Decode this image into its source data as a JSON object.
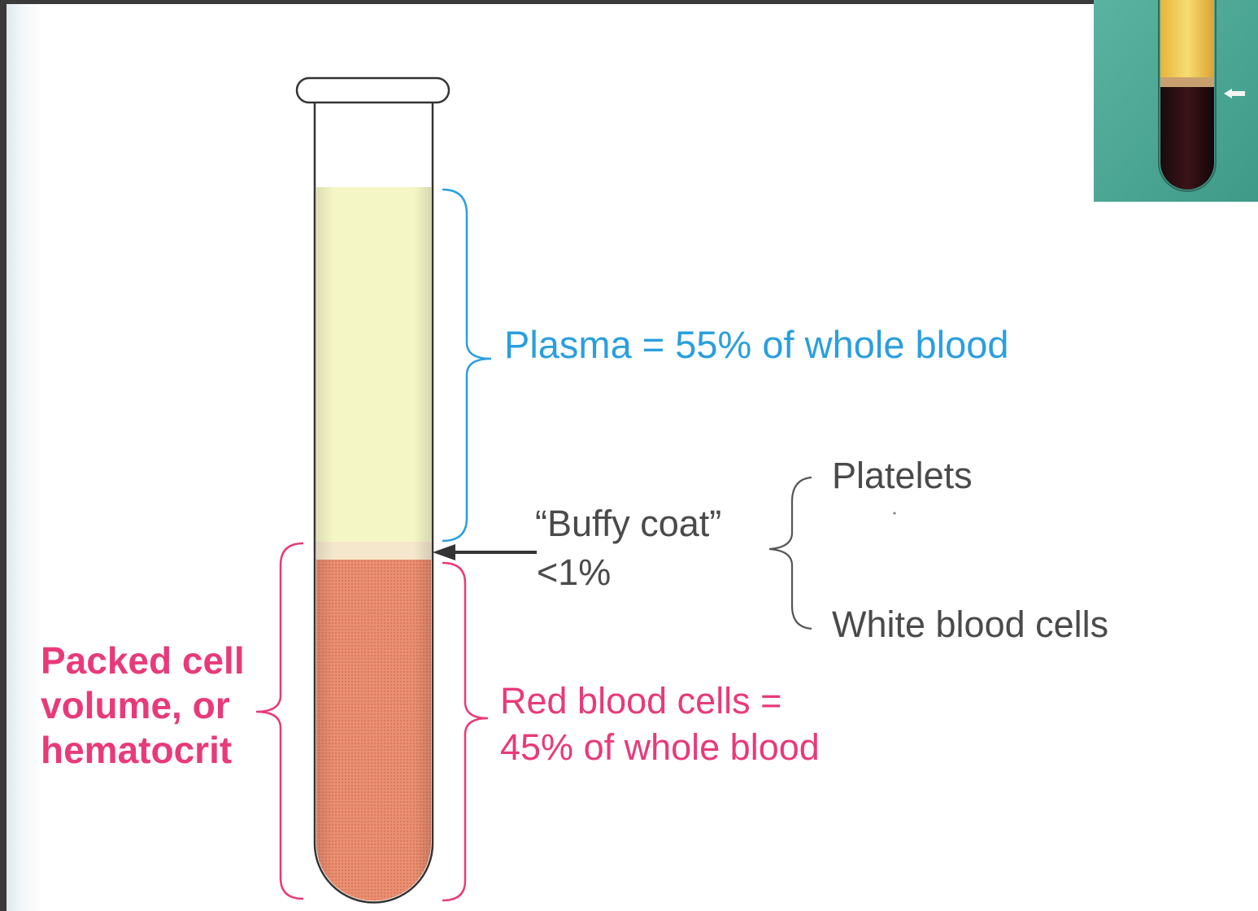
{
  "labels": {
    "plasma": "Plasma = 55% of whole blood",
    "buffy_coat_title": "“Buffy coat”",
    "buffy_coat_value": "<1%",
    "platelets": "Platelets",
    "white_blood_cells": "White blood cells",
    "rbc_line1": "Red blood cells =",
    "rbc_line2": "45% of whole blood",
    "pcv_line1": "Packed cell",
    "pcv_line2": "volume, or",
    "pcv_line3": "hematocrit"
  },
  "composition": {
    "plasma_percent": 55,
    "red_blood_cells_percent": 45,
    "buffy_coat_percent_max": 1
  },
  "colors": {
    "plasma": "#2a9fde",
    "red_cells_label": "#e83a7a",
    "plasma_fill": "#f5f6c6",
    "red_cells_fill": "#e98a6a",
    "text_grey": "#4a4a4a"
  }
}
